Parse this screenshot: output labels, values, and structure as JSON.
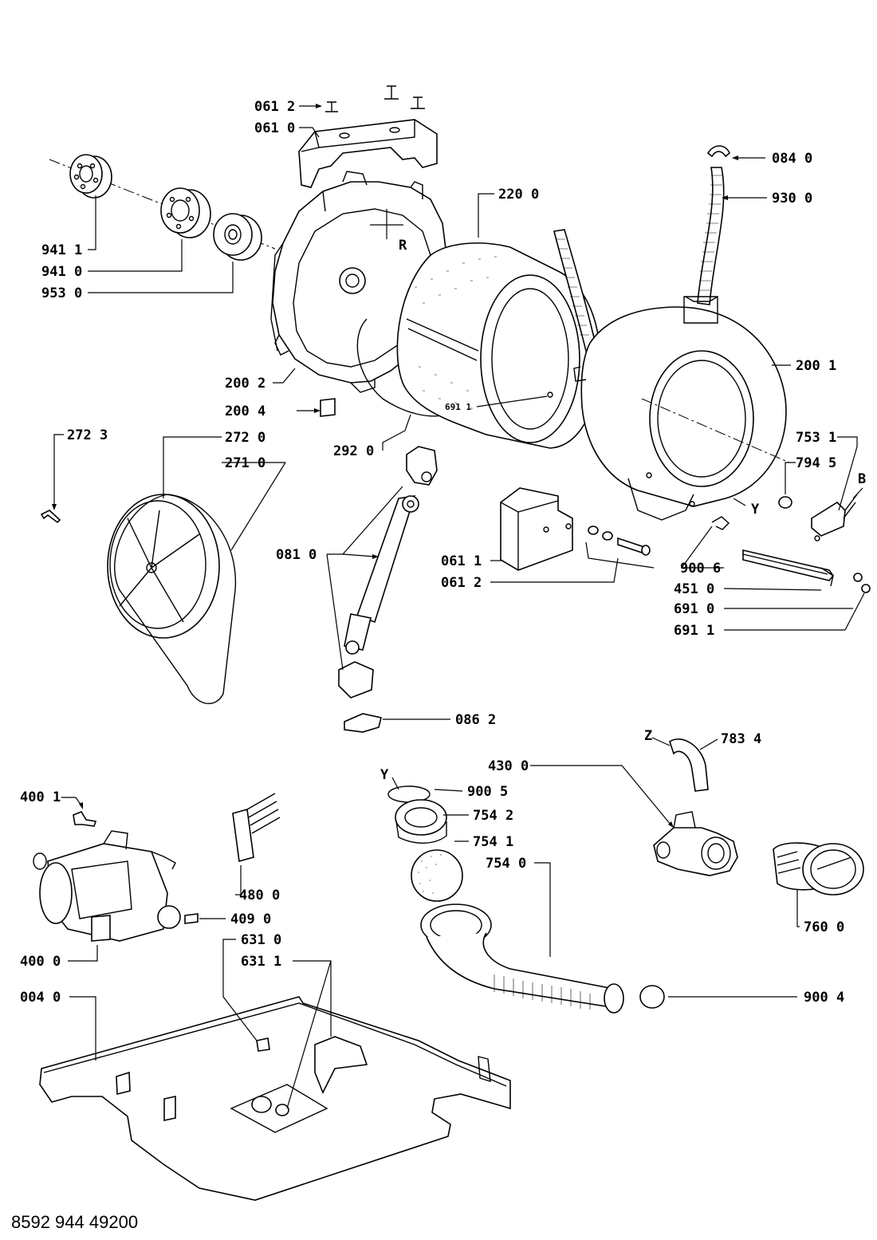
{
  "document_number": "8592 944 49200",
  "parts": {
    "p0612a": "061 2",
    "p0610": "061 0",
    "p0840": "084 0",
    "p9300": "930 0",
    "p2200": "220 0",
    "pR": "R",
    "p9411": "941 1",
    "p9410": "941 0",
    "p9530": "953 0",
    "p2002": "200 2",
    "p2001": "200 1",
    "p2004": "200 4",
    "p6911a": "691 1",
    "p2723": "272 3",
    "p2720": "272 0",
    "p2710": "271 0",
    "p2920": "292 0",
    "p7531": "753 1",
    "p7945": "794 5",
    "pB": "B",
    "pY1": "Y",
    "p0810": "081 0",
    "p0611": "061 1",
    "p0612b": "061 2",
    "p9006": "900 6",
    "p4510": "451 0",
    "p6910": "691 0",
    "p6911b": "691 1",
    "p0862": "086 2",
    "pZ": "Z",
    "p7834": "783 4",
    "p4300": "430 0",
    "pY2": "Y",
    "p9005": "900 5",
    "p4001": "400 1",
    "p7542": "754 2",
    "p7541": "754 1",
    "p7540": "754 0",
    "p4800": "480 0",
    "p4090": "409 0",
    "p7600": "760 0",
    "p4000": "400 0",
    "p6310": "631 0",
    "p6311": "631 1",
    "p0040": "004 0",
    "p9004": "900 4"
  }
}
